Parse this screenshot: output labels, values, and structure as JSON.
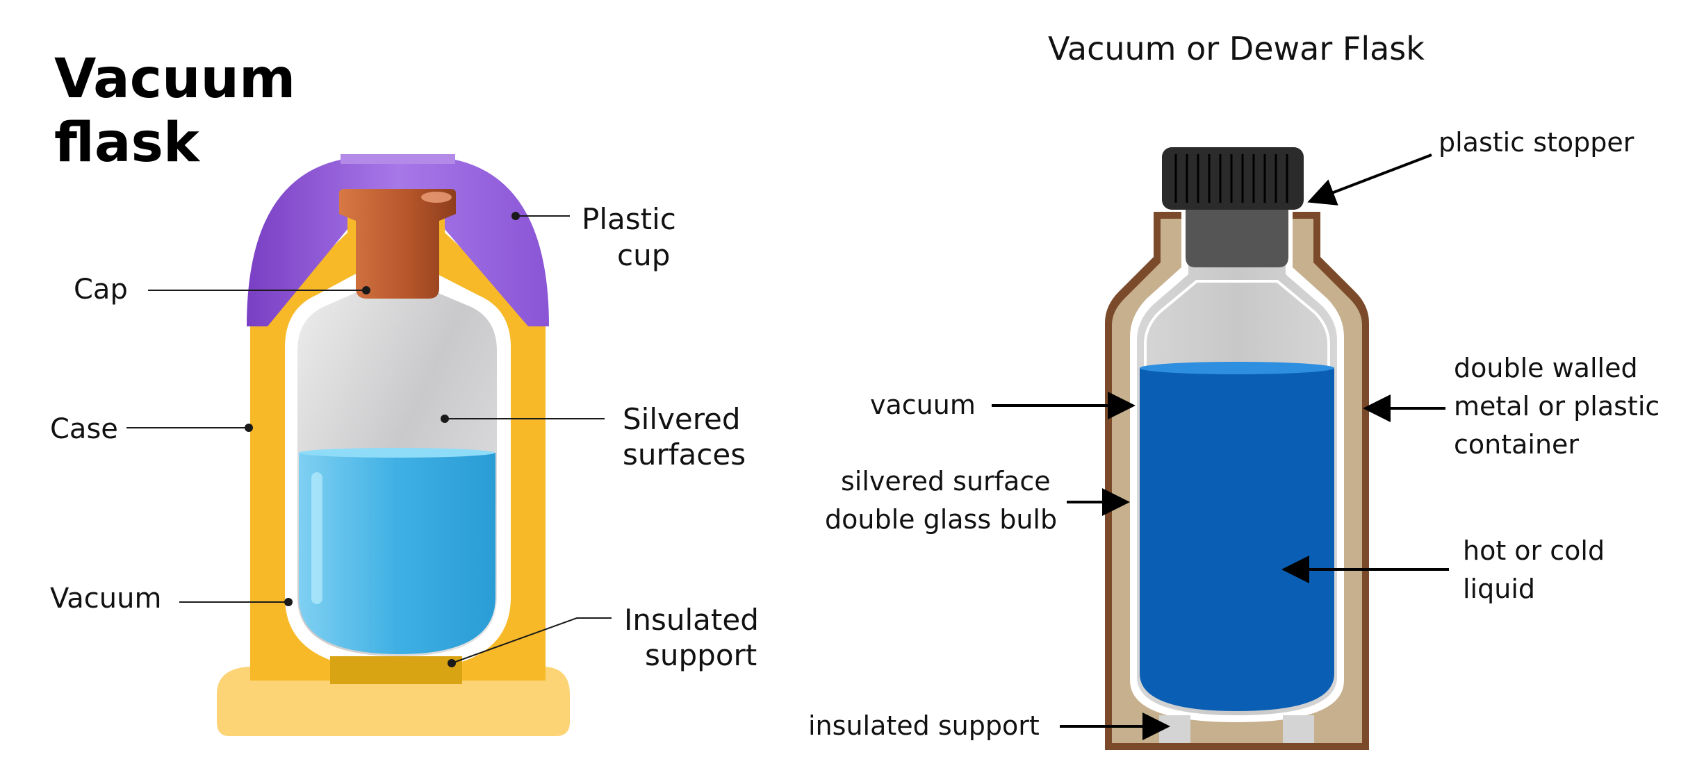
{
  "left_diagram": {
    "title_line1": "Vacuum",
    "title_line2": "flask",
    "labels": {
      "cap": "Cap",
      "case": "Case",
      "vacuum": "Vacuum",
      "plastic_cup_line1": "Plastic",
      "plastic_cup_line2": "cup",
      "silvered_line1": "Silvered",
      "silvered_line2": "surfaces",
      "insulated_line1": "Insulated",
      "insulated_line2": "support"
    }
  },
  "right_diagram": {
    "title": "Vacuum or Dewar Flask",
    "labels": {
      "plastic_stopper": "plastic stopper",
      "vacuum": "vacuum",
      "silvered_line1": "silvered surface",
      "silvered_line2": "double glass bulb",
      "double_walled_line1": "double walled",
      "double_walled_line2": "metal or plastic",
      "double_walled_line3": "container",
      "hot_cold_line1": "hot or cold",
      "hot_cold_line2": "liquid",
      "insulated_support": "insulated support"
    }
  },
  "colors": {
    "case_yellow": "#f7b928",
    "case_base": "#fcd475",
    "cup_purple": "#9b63e0",
    "cap_brown": "#b5552a",
    "liquid_light_blue": "#3fb0e4",
    "outer_brown": "#7a4a2a",
    "liquid_dark_blue": "#0a5fb4",
    "stopper_black": "#2b2b2b"
  }
}
